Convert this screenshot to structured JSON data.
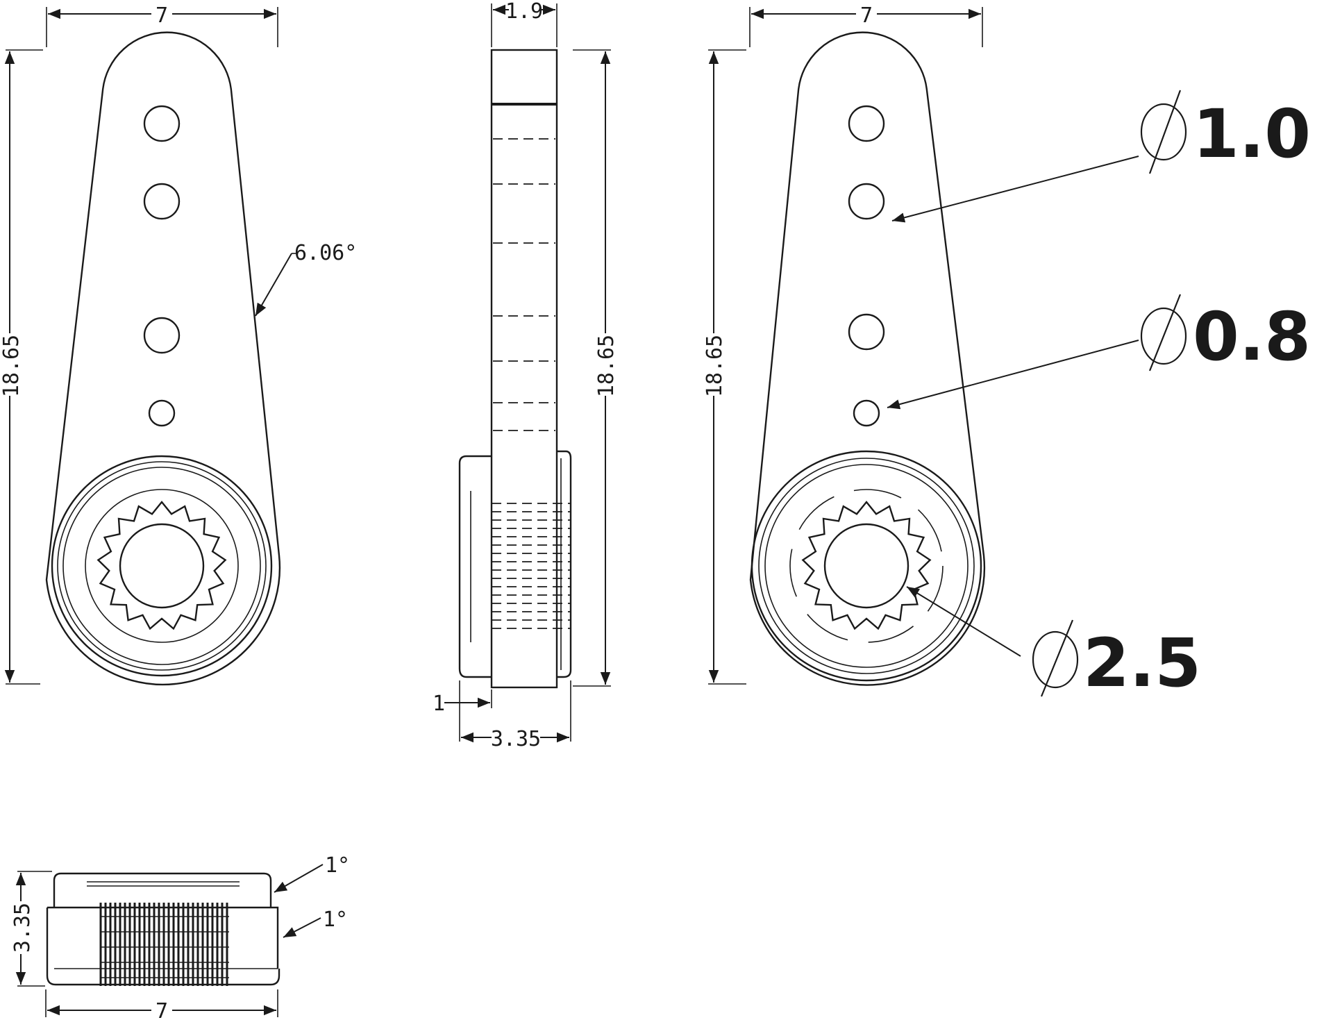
{
  "dimensions": {
    "front_width": "7",
    "front_height": "18.65",
    "taper_angle": "6.06°",
    "side_thickness": "1.9",
    "side_height": "18.65",
    "side_hub_offset": "1",
    "side_hub_width": "3.35",
    "right_width": "7",
    "right_height": "18.65",
    "bottom_height": "3.35",
    "bottom_width": "7",
    "bottom_angle_top": "1°",
    "bottom_angle_bottom": "1°"
  },
  "callouts": {
    "hole_large": "1.0",
    "hole_small": "0.8",
    "spline_bore": "2.5"
  }
}
